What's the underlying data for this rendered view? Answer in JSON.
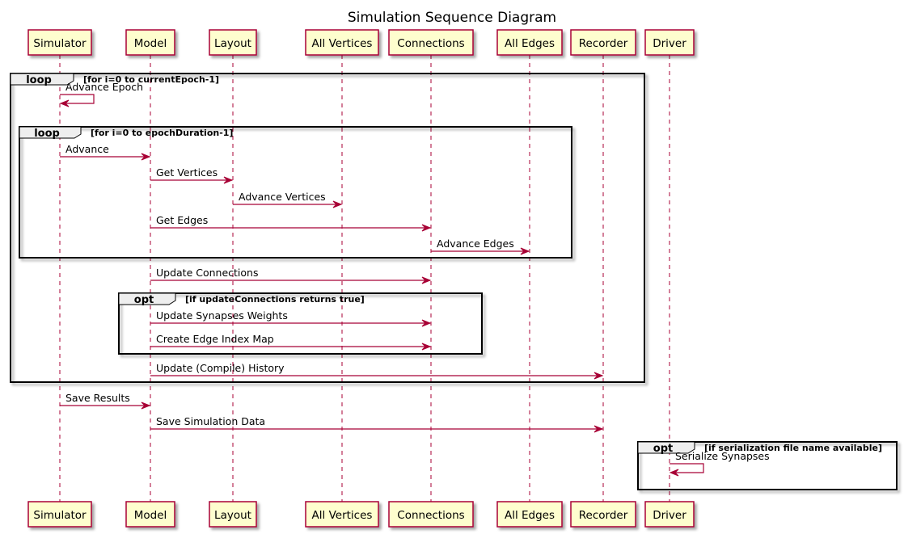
{
  "title": "Simulation Sequence Diagram",
  "colors": {
    "participant_fill": "#FEFECE",
    "participant_border": "#A80036",
    "arrow": "#A80036",
    "lifeline": "#A80036",
    "fragment_border": "#000000",
    "fragment_header": "#EEEEEE"
  },
  "participants": [
    {
      "id": "simulator",
      "label": "Simulator"
    },
    {
      "id": "model",
      "label": "Model"
    },
    {
      "id": "layout",
      "label": "Layout"
    },
    {
      "id": "all-vertices",
      "label": "All Vertices"
    },
    {
      "id": "connections",
      "label": "Connections"
    },
    {
      "id": "all-edges",
      "label": "All Edges"
    },
    {
      "id": "recorder",
      "label": "Recorder"
    },
    {
      "id": "driver",
      "label": "Driver"
    }
  ],
  "fragments": [
    {
      "id": "loop-epochs",
      "keyword": "loop",
      "condition": "[for i=0 to currentEpoch-1]"
    },
    {
      "id": "loop-duration",
      "keyword": "loop",
      "condition": "[for i=0 to epochDuration-1]"
    },
    {
      "id": "opt-update",
      "keyword": "opt",
      "condition": "[if updateConnections returns true]"
    },
    {
      "id": "opt-serialize",
      "keyword": "opt",
      "condition": "[if serialization file name available]"
    }
  ],
  "messages": [
    {
      "from": "simulator",
      "to": "simulator",
      "label": "Advance Epoch"
    },
    {
      "from": "simulator",
      "to": "model",
      "label": "Advance"
    },
    {
      "from": "model",
      "to": "layout",
      "label": "Get Vertices"
    },
    {
      "from": "layout",
      "to": "all-vertices",
      "label": "Advance Vertices"
    },
    {
      "from": "model",
      "to": "connections",
      "label": "Get Edges"
    },
    {
      "from": "connections",
      "to": "all-edges",
      "label": "Advance Edges"
    },
    {
      "from": "model",
      "to": "connections",
      "label": "Update Connections"
    },
    {
      "from": "model",
      "to": "connections",
      "label": "Update Synapses Weights"
    },
    {
      "from": "model",
      "to": "connections",
      "label": "Create Edge Index Map"
    },
    {
      "from": "model",
      "to": "recorder",
      "label": "Update (Compile) History"
    },
    {
      "from": "simulator",
      "to": "model",
      "label": "Save Results"
    },
    {
      "from": "model",
      "to": "recorder",
      "label": "Save Simulation Data"
    },
    {
      "from": "driver",
      "to": "driver",
      "label": "Serialize Synapses"
    }
  ]
}
